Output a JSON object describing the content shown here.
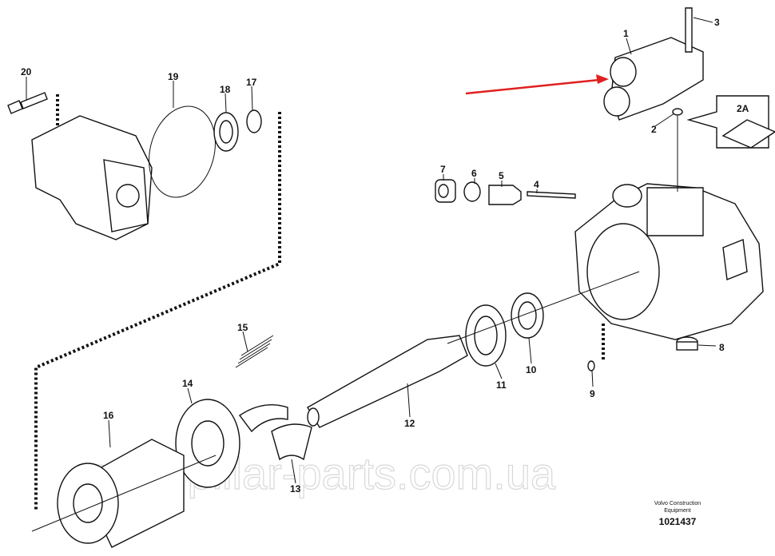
{
  "diagram": {
    "callouts": {
      "p1": "1",
      "p2": "2",
      "p2a": "2A",
      "p3": "3",
      "p4": "4",
      "p5": "5",
      "p6": "6",
      "p7": "7",
      "p8": "8",
      "p9": "9",
      "p10": "10",
      "p11": "11",
      "p12": "12",
      "p13": "13",
      "p14": "14",
      "p15": "15",
      "p16": "16",
      "p17": "17",
      "p18": "18",
      "p19": "19",
      "p20": "20"
    },
    "highlight_arrow_color": "#e02020",
    "watermark": "caterpillar-parts.com.ua",
    "brand_line1": "Volvo Construction",
    "brand_line2": "Equipment",
    "document_number": "1021437"
  }
}
